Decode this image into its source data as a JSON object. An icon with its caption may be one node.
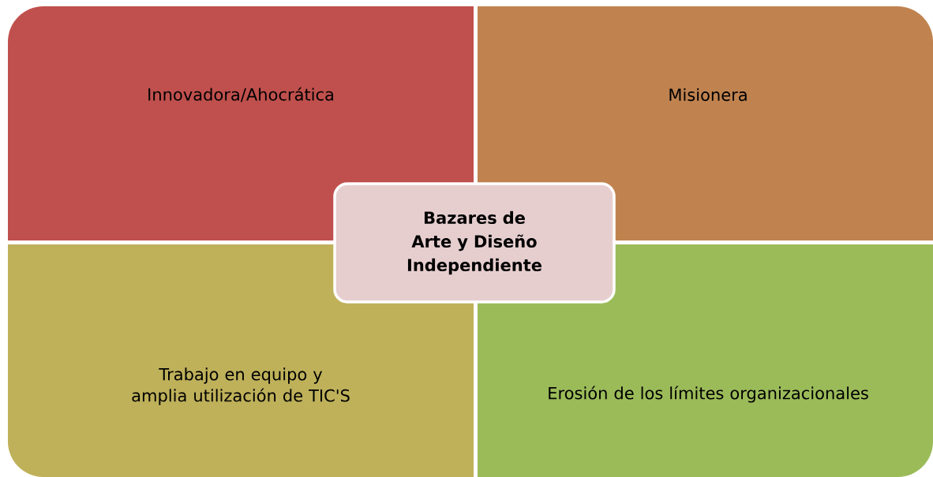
{
  "diagram": {
    "nodes": [
      {
        "text": [
          "Innovadora/Ahocrática"
        ]
      },
      {
        "text": [
          "Misionera"
        ]
      },
      {
        "text": [
          "Bazares de Arte y Diseño Independiente"
        ]
      },
      {
        "text": [
          "Trabajo en equipo y amplia utilización de TIC'S"
        ]
      },
      {
        "text": [
          "Erosión de los límites organizacionales"
        ]
      }
    ]
  }
}
